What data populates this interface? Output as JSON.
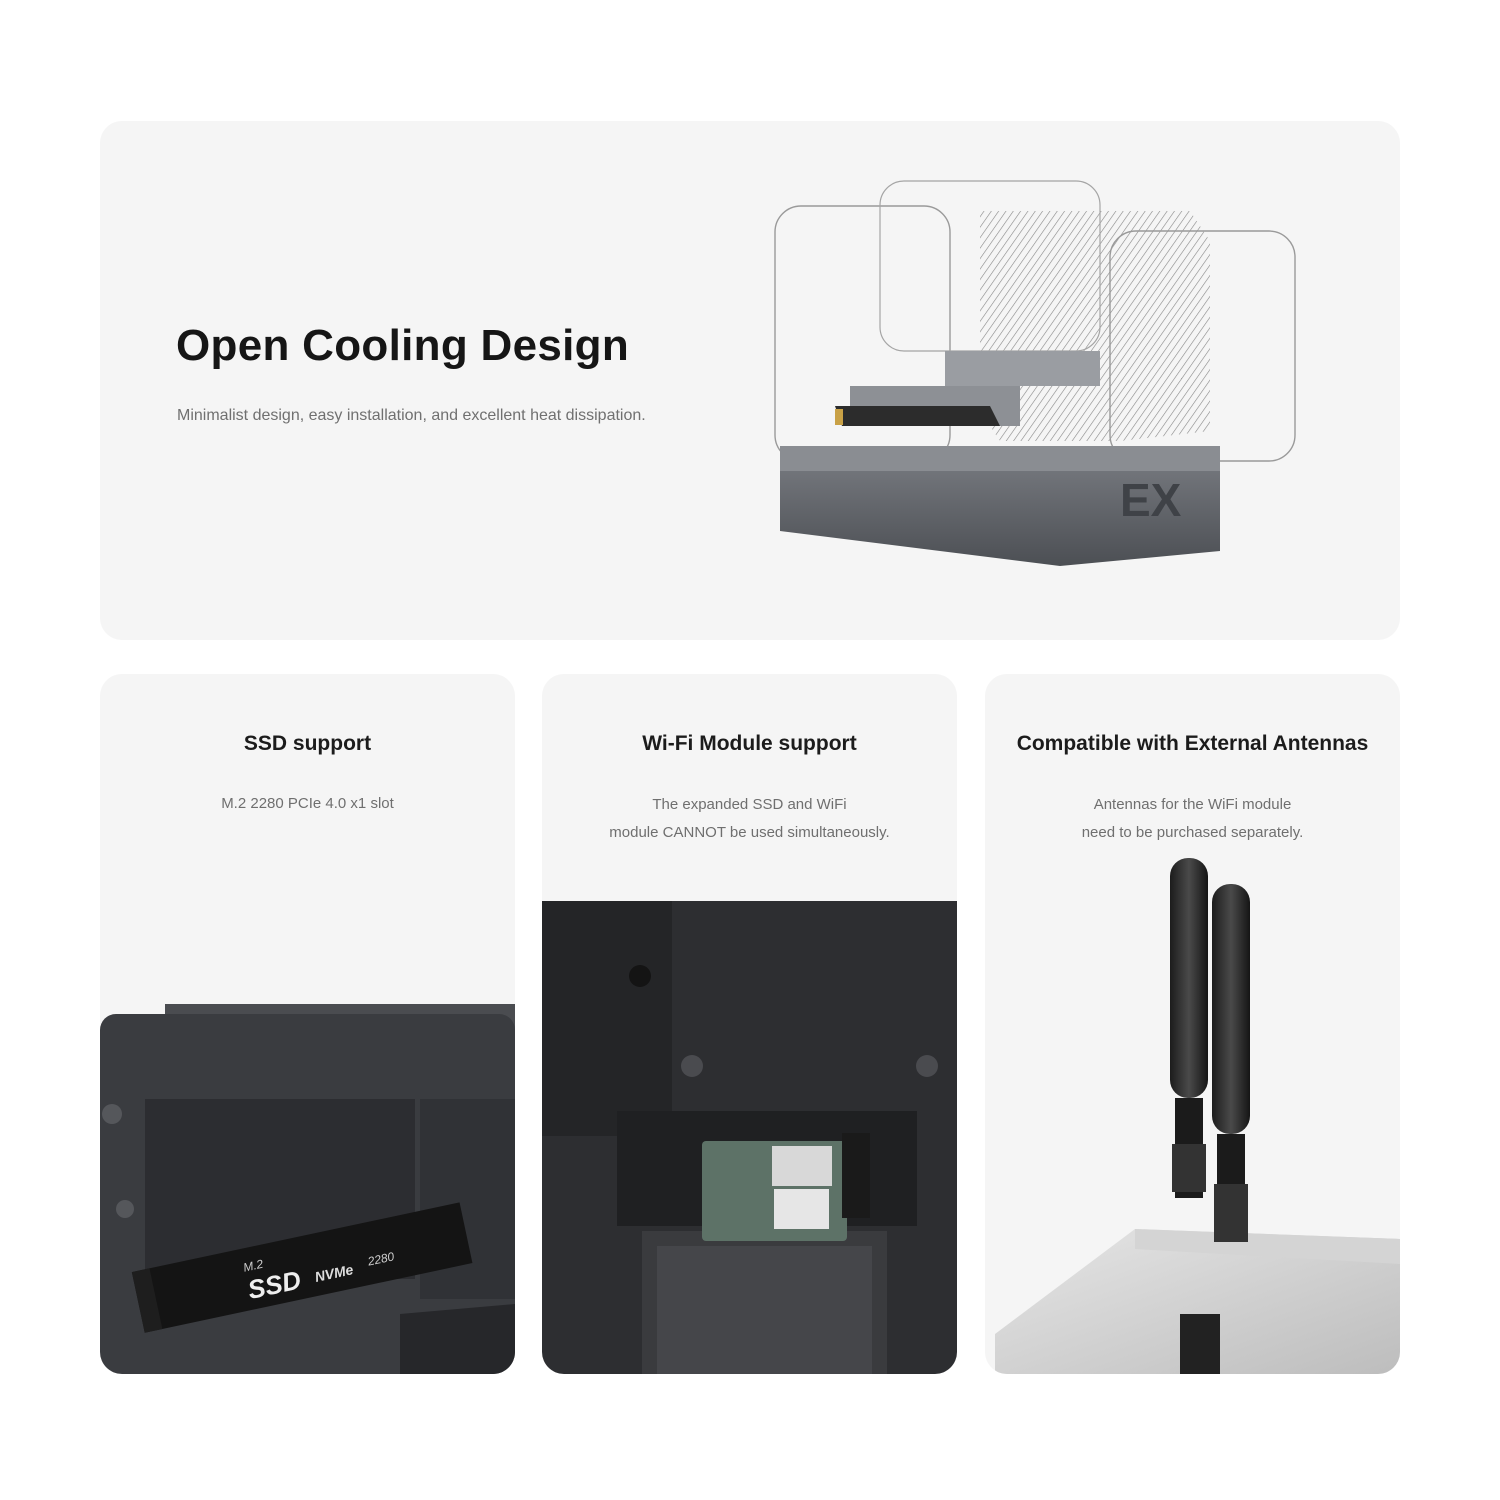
{
  "hero": {
    "title": "Open Cooling Design",
    "subtitle": "Minimalist design, easy installation, and excellent heat dissipation.",
    "product_mark": "EX"
  },
  "cards": [
    {
      "title": "SSD support",
      "description_lines": [
        "M.2 2280 PCIe 4.0 x1 slot"
      ],
      "ssd_label": {
        "form": "M.2",
        "name": "SSD",
        "type": "NVMe",
        "size": "2280"
      }
    },
    {
      "title": "Wi-Fi Module support",
      "description_lines": [
        "The expanded SSD and WiFi",
        "module CANNOT be used simultaneously."
      ]
    },
    {
      "title": "Compatible with External Antennas",
      "description_lines": [
        "Antennas for the WiFi module",
        "need to be purchased separately."
      ]
    }
  ],
  "colors": {
    "panel_bg": "#f5f5f5",
    "title": "#161616",
    "body_text": "#707070",
    "device_gray": "#5e6166"
  },
  "icons": [
    "heatsink-illustration",
    "ssd-illustration",
    "wifi-module-illustration",
    "antenna-illustration"
  ]
}
